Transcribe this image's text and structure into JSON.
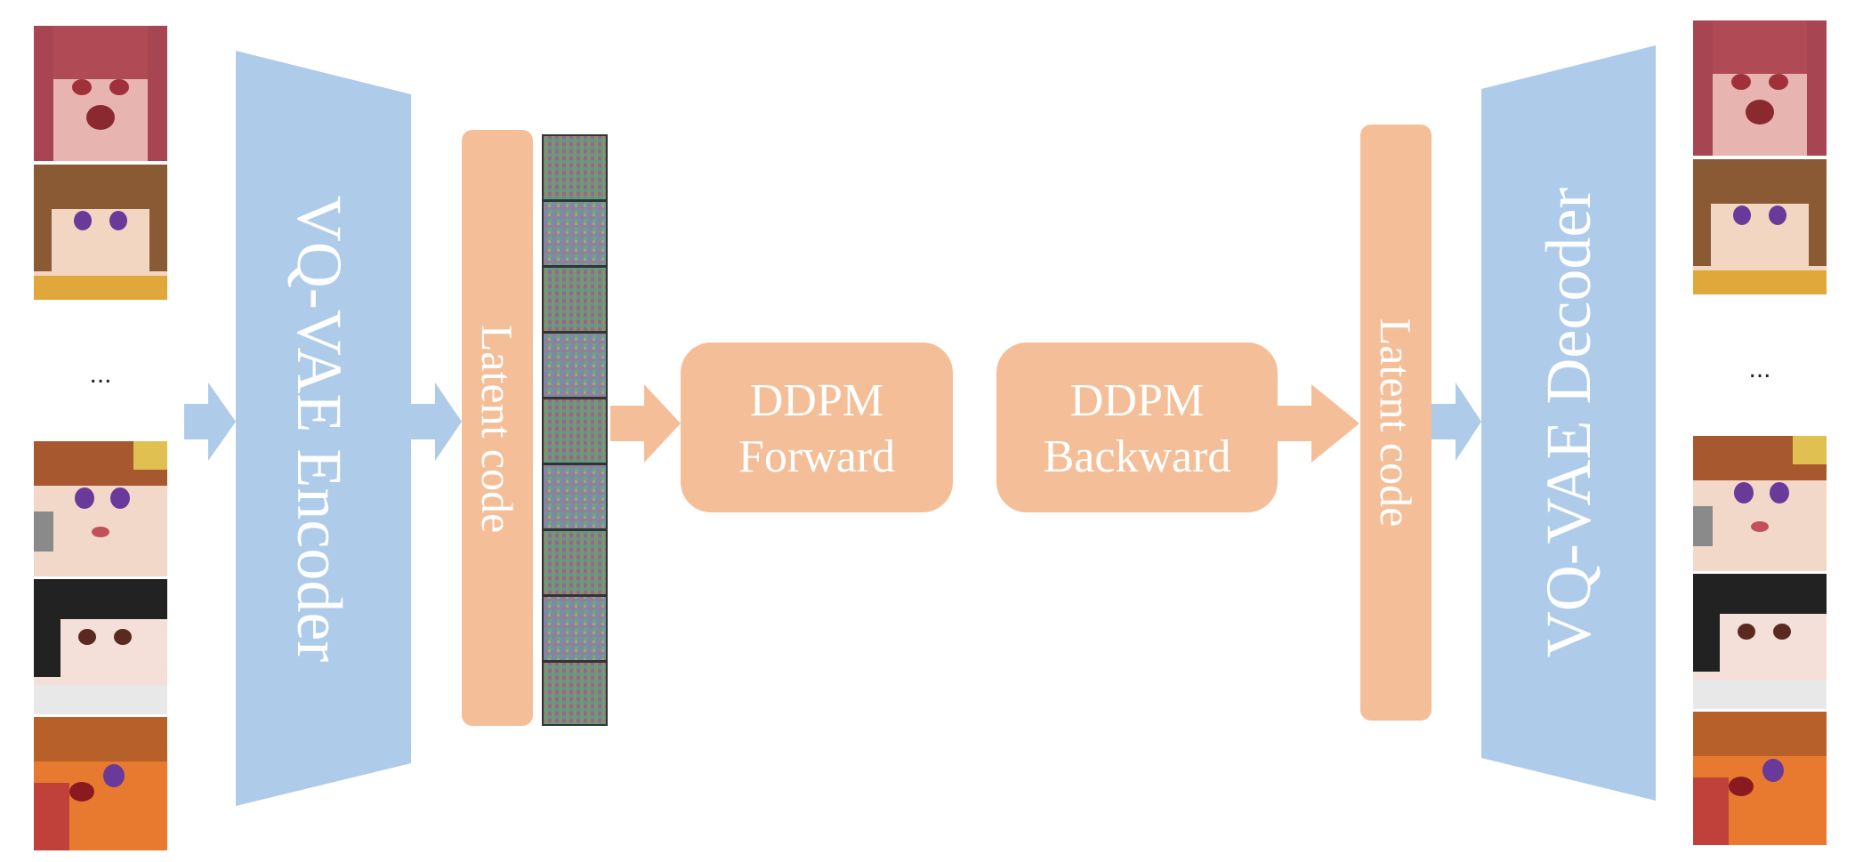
{
  "colors": {
    "blue": "#aecbea",
    "orange": "#f4bf98",
    "background": "#ffffff"
  },
  "encoder": {
    "label": "VQ-VAE Encoder"
  },
  "decoder": {
    "label": "VQ-VAE Decoder"
  },
  "latent_left": {
    "label": "Latent code"
  },
  "latent_right": {
    "label": "Latent code"
  },
  "ddpm_forward": {
    "line1": "DDPM",
    "line2": "Forward"
  },
  "ddpm_backward": {
    "line1": "DDPM",
    "line2": "Backward"
  },
  "inputs": {
    "ellipsis": "..."
  },
  "outputs": {
    "ellipsis": "..."
  },
  "images": {
    "inputs": [
      "red-haired anime face",
      "brown-haired anime face",
      "brown-haired anime girl with gun",
      "black-haired anime girl",
      "orange-lit anime girl"
    ],
    "outputs": [
      "red-haired anime face",
      "brown-haired anime face",
      "brown-haired anime girl with gun",
      "black-haired anime girl",
      "orange-lit anime girl"
    ]
  }
}
